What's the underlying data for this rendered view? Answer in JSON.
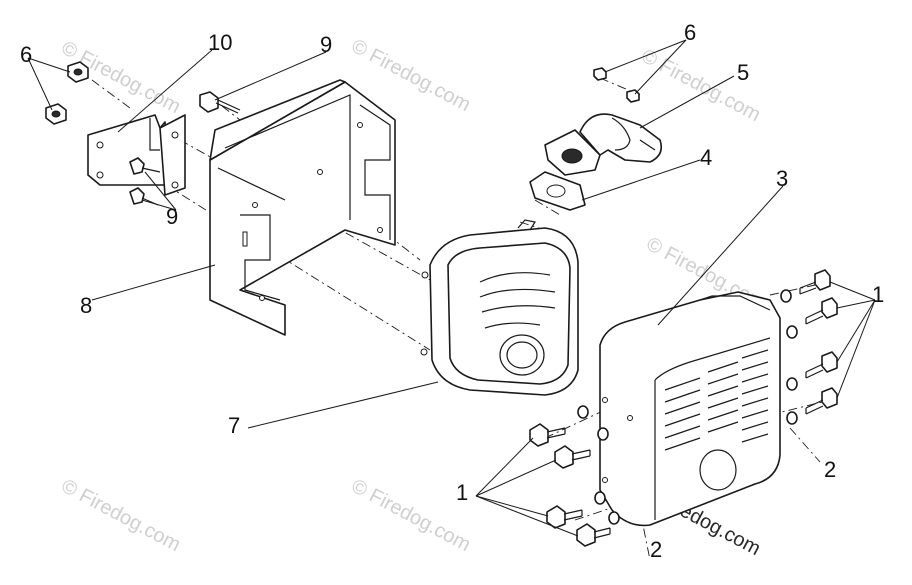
{
  "watermarks": [
    "© Firedog.com",
    "© Firedog.com",
    "© Firedog.com",
    "© Firedog.com",
    "© Firedog.com",
    "© Firedog.com",
    "© Firedog.com"
  ],
  "callouts": {
    "c1_right": "1",
    "c1_left": "1",
    "c2_right": "2",
    "c2_bottom": "2",
    "c3": "3",
    "c4": "4",
    "c5": "5",
    "c6_top": "6",
    "c6_left": "6",
    "c7": "7",
    "c8": "8",
    "c9_top": "9",
    "c9_left": "9",
    "c10": "10"
  },
  "colors": {
    "line": "#1a1a1a",
    "watermark": "#cfcfcf",
    "background": "#ffffff"
  }
}
